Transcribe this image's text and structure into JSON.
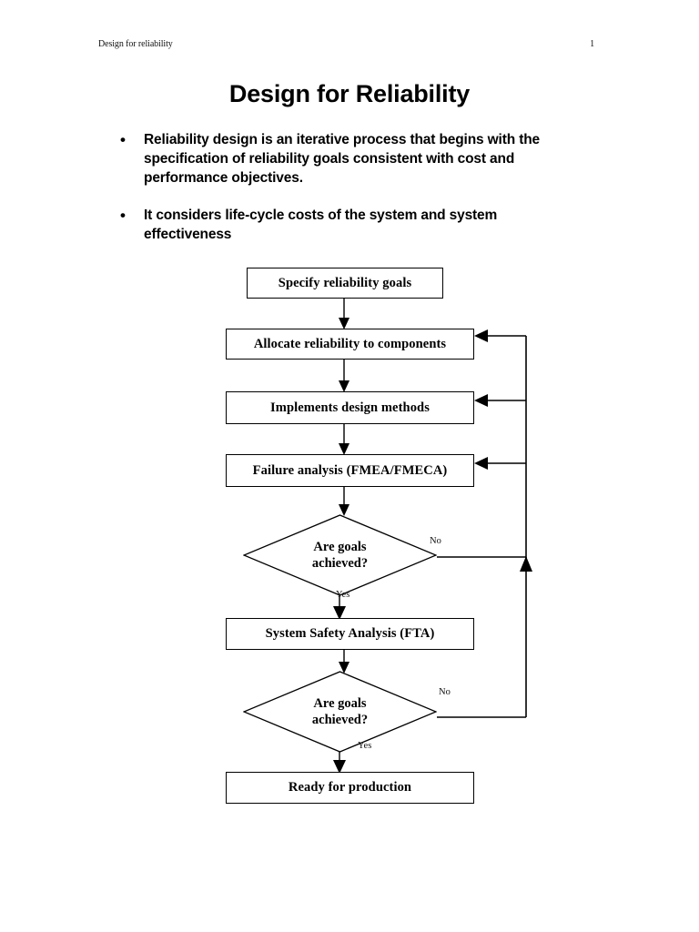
{
  "header": {
    "left_text": "Design for reliability",
    "page_number": "1"
  },
  "title": "Design for Reliability",
  "bullets": [
    {
      "marker": "•",
      "text": "Reliability design is an iterative process that begins with the specification of reliability goals consistent with cost and performance objectives."
    },
    {
      "marker": "•",
      "text": "It considers life-cycle costs of the system and system effectiveness"
    }
  ],
  "flowchart": {
    "nodes": [
      {
        "id": "specify",
        "type": "process",
        "label": "Specify reliability goals"
      },
      {
        "id": "allocate",
        "type": "process",
        "label": "Allocate reliability to components"
      },
      {
        "id": "implement",
        "type": "process",
        "label": "Implements design methods"
      },
      {
        "id": "failure",
        "type": "process",
        "label": "Failure analysis (FMEA/FMECA)"
      },
      {
        "id": "decision1",
        "type": "decision",
        "label_line1": "Are goals",
        "label_line2": "achieved?"
      },
      {
        "id": "safety",
        "type": "process",
        "label": "System Safety Analysis (FTA)"
      },
      {
        "id": "decision2",
        "type": "decision",
        "label_line1": "Are goals",
        "label_line2": "achieved?"
      },
      {
        "id": "ready",
        "type": "process",
        "label": "Ready for production"
      }
    ],
    "edge_labels": {
      "decision1_no": "No",
      "decision1_yes": "Yes",
      "decision2_no": "No",
      "decision2_yes": "Yes"
    },
    "colors": {
      "stroke": "#000000",
      "fill": "#ffffff"
    }
  }
}
